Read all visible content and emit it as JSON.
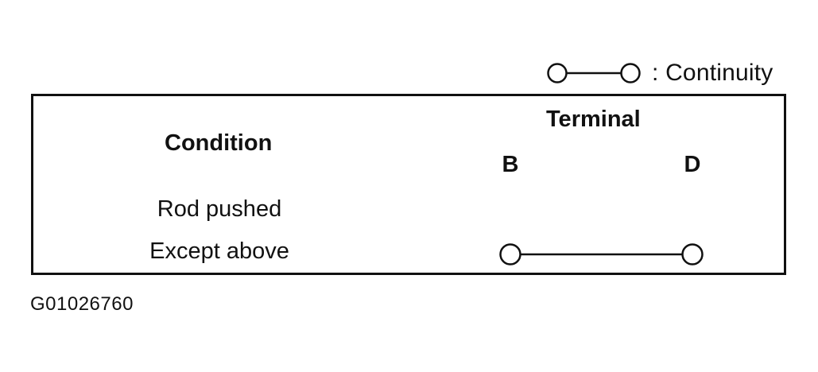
{
  "legend": {
    "label": ": Continuity"
  },
  "table": {
    "condition_header": "Condition",
    "terminal_header": "Terminal",
    "terminals": [
      "B",
      "D"
    ],
    "rows": [
      {
        "condition": "Rod pushed",
        "continuity": []
      },
      {
        "condition": "Except above",
        "continuity": [
          "B",
          "D"
        ]
      }
    ]
  },
  "figure_id": "G01026760"
}
